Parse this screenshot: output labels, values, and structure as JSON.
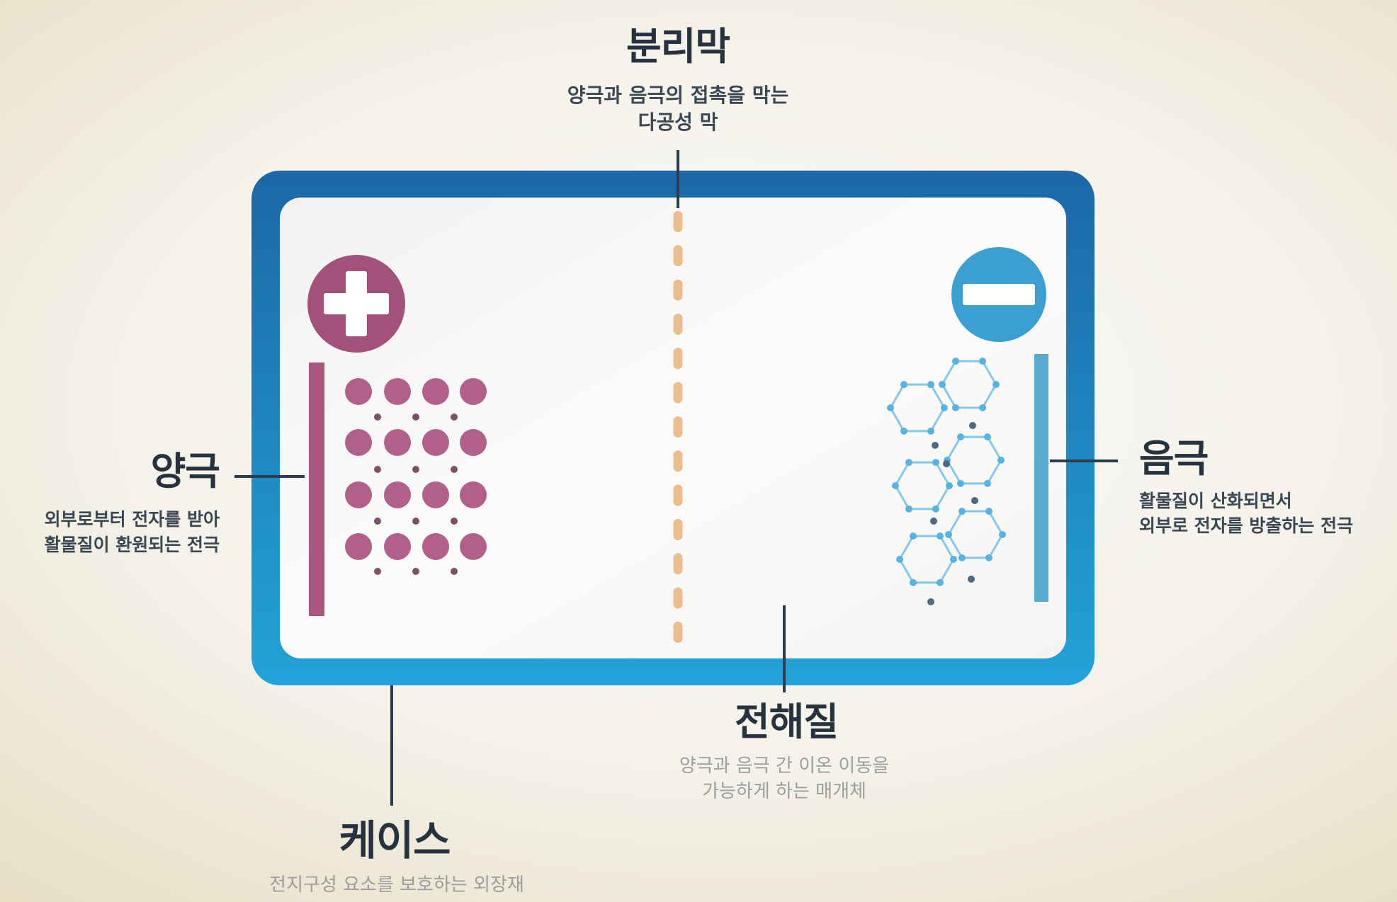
{
  "diagram": {
    "separator": {
      "title": "분리막",
      "desc_line1": "양극과 음극의 접촉을 막는",
      "desc_line2": "다공성 막"
    },
    "cathode": {
      "title": "양극",
      "desc_line1": "외부로부터 전자를 받아",
      "desc_line2": "활물질이 환원되는 전극",
      "symbol_icon": "plus-icon"
    },
    "anode": {
      "title": "음극",
      "desc_line1": "활물질이 산화되면서",
      "desc_line2": "외부로 전자를 방출하는 전극",
      "symbol_icon": "minus-icon"
    },
    "electrolyte": {
      "title": "전해질",
      "desc_line1": "양극과 음극 간 이온 이동을",
      "desc_line2": "가능하게 하는 매개체"
    },
    "case": {
      "title": "케이스",
      "desc_line1": "전지구성 요소를 보호하는 외장재"
    }
  },
  "colors": {
    "cathode": "#a3507a",
    "cathode_bar": "#a9577f",
    "cathode_particle": "#b25f8a",
    "anode": "#3b9fd4",
    "anode_bar": "#59abcf",
    "anode_lattice": "#86c8ea",
    "lithium_ion": "#4d6a80",
    "case_top": "#1c67a6",
    "case_bottom": "#22a3d9",
    "separator": "#ebbd8c",
    "label_text": "#26333f"
  }
}
